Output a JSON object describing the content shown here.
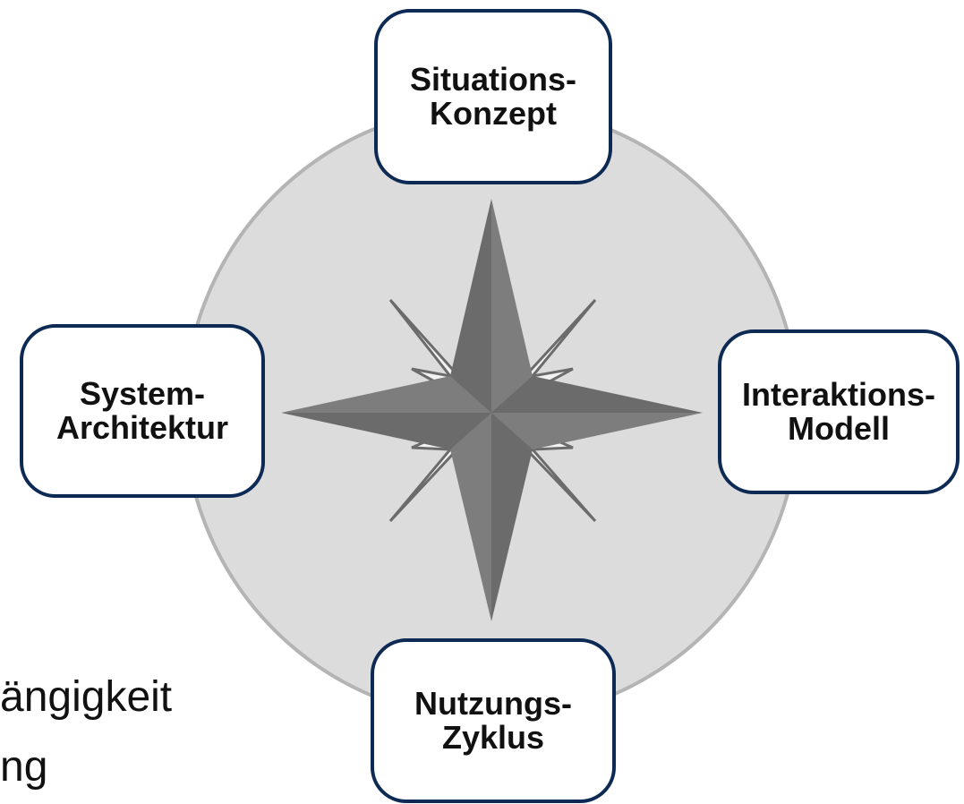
{
  "background_text": {
    "line1": "ängigkeit",
    "line2": "ng"
  },
  "nodes": {
    "situation": {
      "line1": "Situations-",
      "line2": "Konzept"
    },
    "interaction": {
      "line1": "Interaktions-",
      "line2": "Modell"
    },
    "usage": {
      "line1": "Nutzungs-",
      "line2": "Zyklus"
    },
    "system": {
      "line1": "System-",
      "line2": "Architektur"
    }
  },
  "colors": {
    "circle_fill": "#dcdcdc",
    "circle_stroke": "#b4b4b4",
    "star_dark": "#6b6b6b",
    "star_light": "#7d7d7d",
    "star_back_fill": "#f2f2f2",
    "box_border": "#0d2a55"
  },
  "icons": {
    "center": "compass-rose-icon"
  }
}
